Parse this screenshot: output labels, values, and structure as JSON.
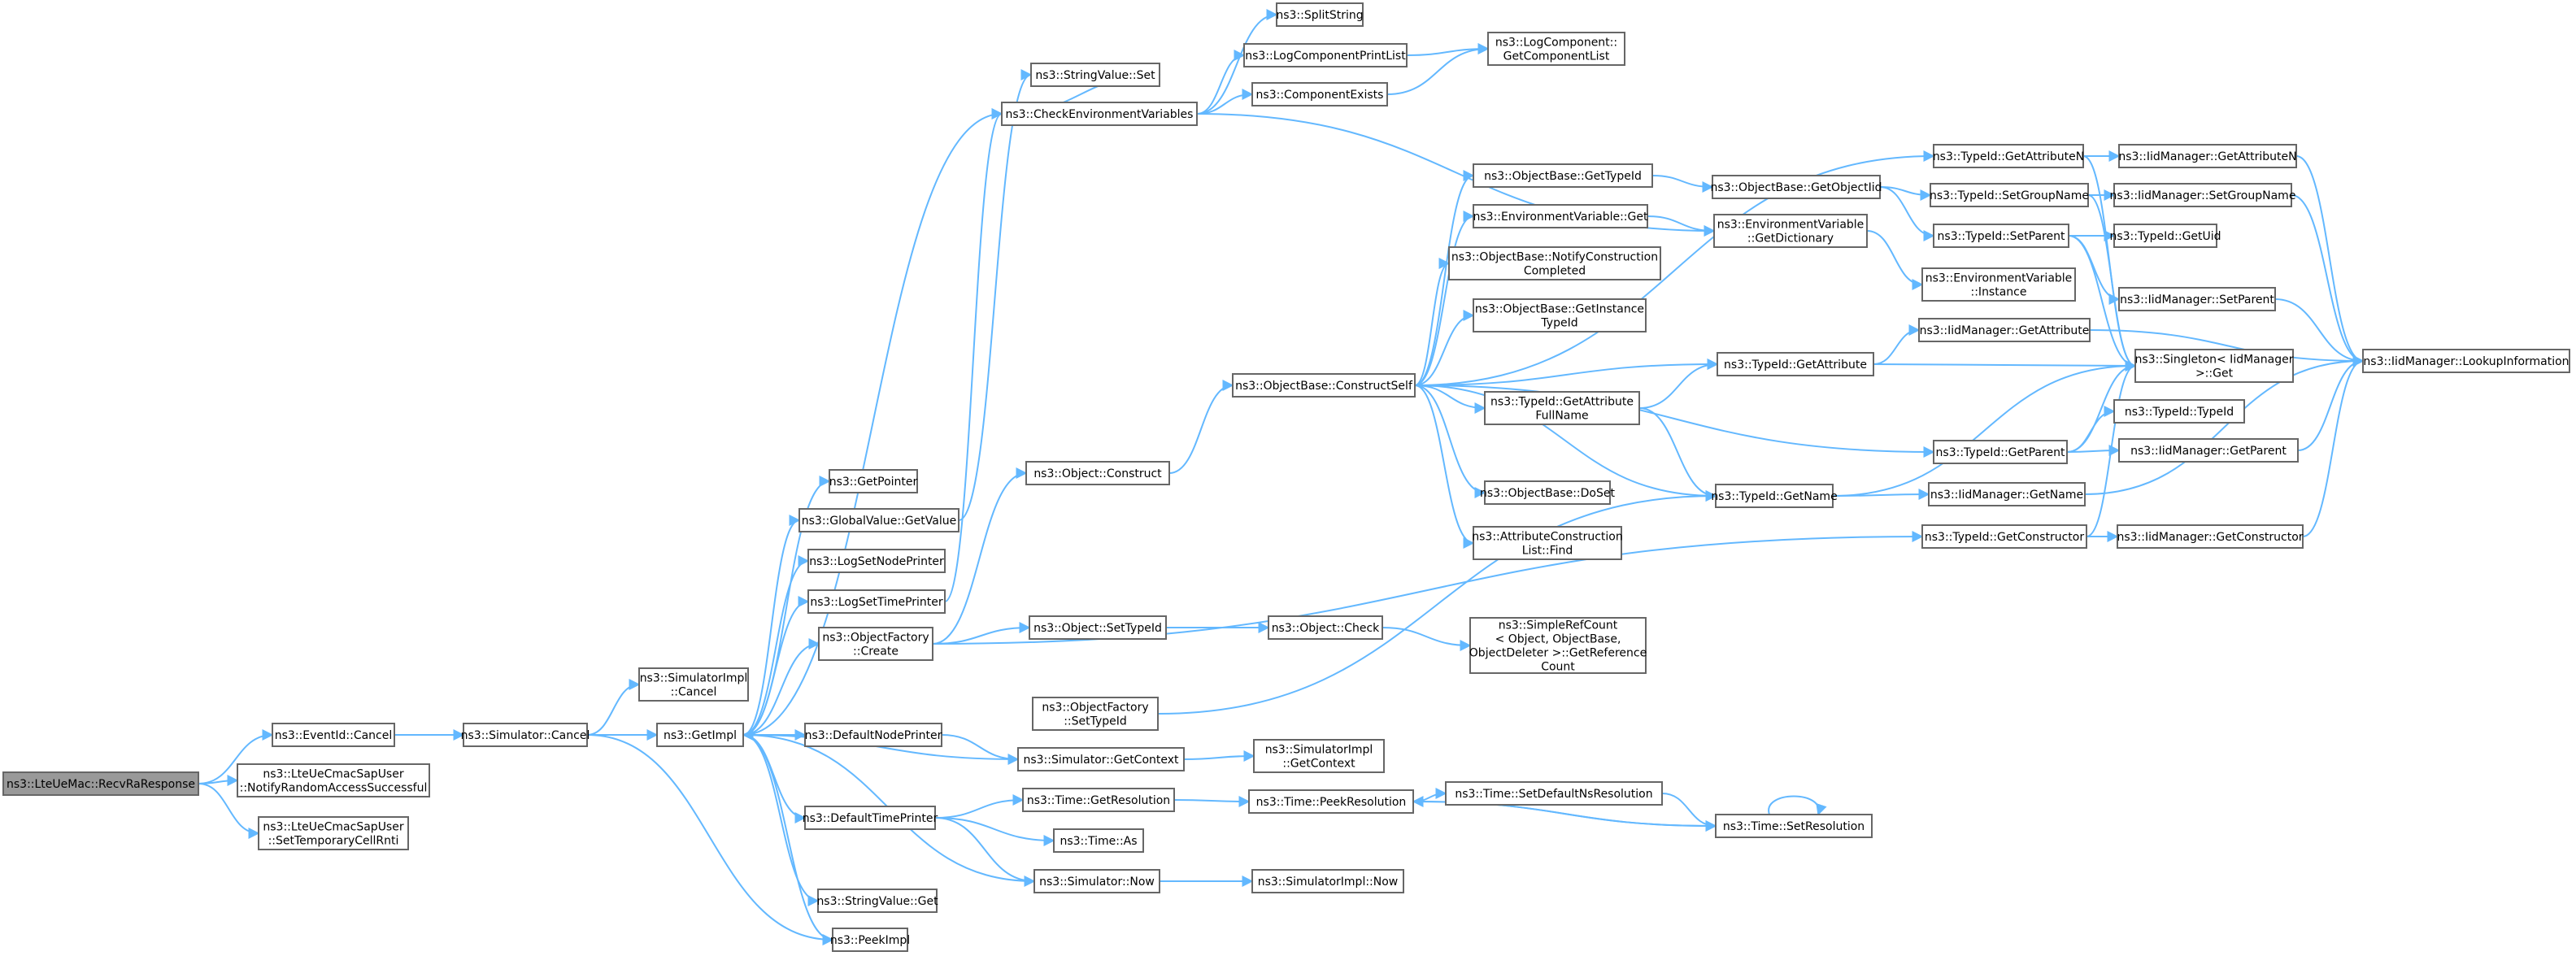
{
  "graph": {
    "root": "ns3::LteUeMac::RecvRaResponse",
    "nodes": [
      {
        "id": "n0",
        "lines": [
          "ns3::LteUeMac::RecvRaResponse"
        ],
        "root": true
      },
      {
        "id": "n1",
        "lines": [
          "ns3::EventId::Cancel"
        ]
      },
      {
        "id": "n2",
        "lines": [
          "ns3::LteUeCmacSapUser",
          "::NotifyRandomAccessSuccessful"
        ]
      },
      {
        "id": "n3",
        "lines": [
          "ns3::LteUeCmacSapUser",
          "::SetTemporaryCellRnti"
        ]
      },
      {
        "id": "n4",
        "lines": [
          "ns3::Simulator::Cancel"
        ]
      },
      {
        "id": "n5",
        "lines": [
          "ns3::SimulatorImpl",
          "::Cancel"
        ]
      },
      {
        "id": "n6",
        "lines": [
          "ns3::GetImpl"
        ]
      },
      {
        "id": "n7",
        "lines": [
          "ns3::PeekImpl"
        ]
      },
      {
        "id": "n8",
        "lines": [
          "ns3::CheckEnvironmentVariables"
        ]
      },
      {
        "id": "n9",
        "lines": [
          "ns3::DefaultNodePrinter"
        ]
      },
      {
        "id": "n10",
        "lines": [
          "ns3::DefaultTimePrinter"
        ]
      },
      {
        "id": "n11",
        "lines": [
          "ns3::GetPointer"
        ]
      },
      {
        "id": "n12",
        "lines": [
          "ns3::GlobalValue::GetValue"
        ]
      },
      {
        "id": "n13",
        "lines": [
          "ns3::LogSetNodePrinter"
        ]
      },
      {
        "id": "n14",
        "lines": [
          "ns3::LogSetTimePrinter"
        ]
      },
      {
        "id": "n15",
        "lines": [
          "ns3::ObjectFactory",
          "::Create"
        ]
      },
      {
        "id": "n16",
        "lines": [
          "ns3::StringValue::Get"
        ]
      },
      {
        "id": "n17",
        "lines": [
          "ns3::StringValue::Set"
        ]
      },
      {
        "id": "n18",
        "lines": [
          "ns3::Simulator::GetContext"
        ]
      },
      {
        "id": "n19",
        "lines": [
          "ns3::Time::GetResolution"
        ]
      },
      {
        "id": "n20",
        "lines": [
          "ns3::Time::As"
        ]
      },
      {
        "id": "n21",
        "lines": [
          "ns3::Simulator::Now"
        ]
      },
      {
        "id": "n22",
        "lines": [
          "ns3::Object::Construct"
        ]
      },
      {
        "id": "n23",
        "lines": [
          "ns3::Object::SetTypeId"
        ]
      },
      {
        "id": "n24",
        "lines": [
          "ns3::ObjectFactory",
          "::SetTypeId"
        ]
      },
      {
        "id": "n25",
        "lines": [
          "ns3::SplitString"
        ]
      },
      {
        "id": "n26",
        "lines": [
          "ns3::LogComponentPrintList"
        ]
      },
      {
        "id": "n27",
        "lines": [
          "ns3::ComponentExists"
        ]
      },
      {
        "id": "n28",
        "lines": [
          "ns3::EnvironmentVariable",
          "::GetDictionary"
        ]
      },
      {
        "id": "n29",
        "lines": [
          "ns3::SimulatorImpl",
          "::GetContext"
        ]
      },
      {
        "id": "n30",
        "lines": [
          "ns3::Time::PeekResolution"
        ]
      },
      {
        "id": "n31",
        "lines": [
          "ns3::SimulatorImpl::Now"
        ]
      },
      {
        "id": "n32",
        "lines": [
          "ns3::ObjectBase::ConstructSelf"
        ]
      },
      {
        "id": "n33",
        "lines": [
          "ns3::Object::Check"
        ]
      },
      {
        "id": "n34",
        "lines": [
          "ns3::TypeId::GetName"
        ]
      },
      {
        "id": "n35",
        "lines": [
          "ns3::LogComponent::",
          "GetComponentList"
        ]
      },
      {
        "id": "n36",
        "lines": [
          "ns3::EnvironmentVariable",
          "::Instance"
        ]
      },
      {
        "id": "n37",
        "lines": [
          "ns3::Time::SetDefaultNsResolution"
        ]
      },
      {
        "id": "n38",
        "lines": [
          "ns3::ObjectBase::DoSet"
        ]
      },
      {
        "id": "n39",
        "lines": [
          "ns3::AttributeConstruction",
          "List::Find"
        ]
      },
      {
        "id": "n40",
        "lines": [
          "ns3::EnvironmentVariable::Get"
        ]
      },
      {
        "id": "n41",
        "lines": [
          "ns3::TypeId::GetAttribute"
        ]
      },
      {
        "id": "n42",
        "lines": [
          "ns3::TypeId::GetAttribute",
          "FullName"
        ]
      },
      {
        "id": "n43",
        "lines": [
          "ns3::TypeId::GetAttributeN"
        ]
      },
      {
        "id": "n44",
        "lines": [
          "ns3::TypeId::GetParent"
        ]
      },
      {
        "id": "n45",
        "lines": [
          "ns3::ObjectBase::GetInstance",
          "TypeId"
        ]
      },
      {
        "id": "n46",
        "lines": [
          "ns3::ObjectBase::GetTypeId"
        ]
      },
      {
        "id": "n47",
        "lines": [
          "ns3::ObjectBase::NotifyConstruction",
          "Completed"
        ]
      },
      {
        "id": "n48",
        "lines": [
          "ns3::SimpleRefCount",
          "< Object, ObjectBase,",
          "ObjectDeleter >::GetReference",
          "Count"
        ]
      },
      {
        "id": "n49",
        "lines": [
          "ns3::IidManager::GetName"
        ]
      },
      {
        "id": "n50",
        "lines": [
          "ns3::Singleton< IidManager",
          ">::Get"
        ]
      },
      {
        "id": "n51",
        "lines": [
          "ns3::Time::SetResolution"
        ]
      },
      {
        "id": "n52",
        "lines": [
          "ns3::TypeId::GetConstructor"
        ]
      },
      {
        "id": "n53",
        "lines": [
          "ns3::IidManager::GetAttribute"
        ]
      },
      {
        "id": "n54",
        "lines": [
          "ns3::IidManager::GetAttributeN"
        ]
      },
      {
        "id": "n55",
        "lines": [
          "ns3::IidManager::GetParent"
        ]
      },
      {
        "id": "n56",
        "lines": [
          "ns3::TypeId::TypeId"
        ]
      },
      {
        "id": "n57",
        "lines": [
          "ns3::ObjectBase::GetObjectIid"
        ]
      },
      {
        "id": "n58",
        "lines": [
          "ns3::TypeId::SetGroupName"
        ]
      },
      {
        "id": "n59",
        "lines": [
          "ns3::TypeId::SetParent"
        ]
      },
      {
        "id": "n60",
        "lines": [
          "ns3::IidManager::LookupInformation"
        ]
      },
      {
        "id": "n61",
        "lines": [
          "ns3::IidManager::GetConstructor"
        ]
      },
      {
        "id": "n62",
        "lines": [
          "ns3::IidManager::SetGroupName"
        ]
      },
      {
        "id": "n63",
        "lines": [
          "ns3::IidManager::SetParent"
        ]
      },
      {
        "id": "n64",
        "lines": [
          "ns3::TypeId::GetUid"
        ]
      }
    ],
    "edges": [
      [
        "n0",
        "n1"
      ],
      [
        "n0",
        "n2"
      ],
      [
        "n0",
        "n3"
      ],
      [
        "n1",
        "n4"
      ],
      [
        "n4",
        "n5"
      ],
      [
        "n4",
        "n6"
      ],
      [
        "n4",
        "n7"
      ],
      [
        "n6",
        "n8"
      ],
      [
        "n6",
        "n9"
      ],
      [
        "n6",
        "n10"
      ],
      [
        "n6",
        "n11"
      ],
      [
        "n6",
        "n12"
      ],
      [
        "n6",
        "n13"
      ],
      [
        "n6",
        "n14"
      ],
      [
        "n6",
        "n15"
      ],
      [
        "n6",
        "n16"
      ],
      [
        "n6",
        "n7"
      ],
      [
        "n8",
        "n17"
      ],
      [
        "n8",
        "n25"
      ],
      [
        "n8",
        "n26"
      ],
      [
        "n8",
        "n27"
      ],
      [
        "n8",
        "n28"
      ],
      [
        "n9",
        "n18"
      ],
      [
        "n10",
        "n19"
      ],
      [
        "n10",
        "n20"
      ],
      [
        "n10",
        "n21"
      ],
      [
        "n12",
        "n17"
      ],
      [
        "n14",
        "n8"
      ],
      [
        "n15",
        "n22"
      ],
      [
        "n15",
        "n23"
      ],
      [
        "n15",
        "n52"
      ],
      [
        "n18",
        "n6"
      ],
      [
        "n18",
        "n29"
      ],
      [
        "n19",
        "n30"
      ],
      [
        "n21",
        "n6"
      ],
      [
        "n21",
        "n31"
      ],
      [
        "n22",
        "n32"
      ],
      [
        "n23",
        "n33"
      ],
      [
        "n24",
        "n34"
      ],
      [
        "n26",
        "n35"
      ],
      [
        "n27",
        "n35"
      ],
      [
        "n28",
        "n36"
      ],
      [
        "n30",
        "n37"
      ],
      [
        "n30",
        "n51"
      ],
      [
        "n37",
        "n51"
      ],
      [
        "n51",
        "n30"
      ],
      [
        "n51",
        "n51"
      ],
      [
        "n32",
        "n38"
      ],
      [
        "n32",
        "n39"
      ],
      [
        "n32",
        "n40"
      ],
      [
        "n32",
        "n41"
      ],
      [
        "n32",
        "n42"
      ],
      [
        "n32",
        "n43"
      ],
      [
        "n32",
        "n44"
      ],
      [
        "n32",
        "n45"
      ],
      [
        "n32",
        "n46"
      ],
      [
        "n32",
        "n47"
      ],
      [
        "n32",
        "n34"
      ],
      [
        "n33",
        "n48"
      ],
      [
        "n34",
        "n49"
      ],
      [
        "n34",
        "n50"
      ],
      [
        "n40",
        "n28"
      ],
      [
        "n41",
        "n53"
      ],
      [
        "n41",
        "n50"
      ],
      [
        "n42",
        "n41"
      ],
      [
        "n42",
        "n34"
      ],
      [
        "n43",
        "n54"
      ],
      [
        "n43",
        "n50"
      ],
      [
        "n44",
        "n55"
      ],
      [
        "n44",
        "n50"
      ],
      [
        "n44",
        "n56"
      ],
      [
        "n46",
        "n57"
      ],
      [
        "n49",
        "n60"
      ],
      [
        "n52",
        "n61"
      ],
      [
        "n52",
        "n50"
      ],
      [
        "n53",
        "n60"
      ],
      [
        "n54",
        "n60"
      ],
      [
        "n55",
        "n60"
      ],
      [
        "n61",
        "n60"
      ],
      [
        "n57",
        "n58"
      ],
      [
        "n57",
        "n59"
      ],
      [
        "n58",
        "n62"
      ],
      [
        "n58",
        "n50"
      ],
      [
        "n59",
        "n63"
      ],
      [
        "n59",
        "n50"
      ],
      [
        "n59",
        "n64"
      ],
      [
        "n62",
        "n60"
      ],
      [
        "n63",
        "n60"
      ]
    ]
  }
}
